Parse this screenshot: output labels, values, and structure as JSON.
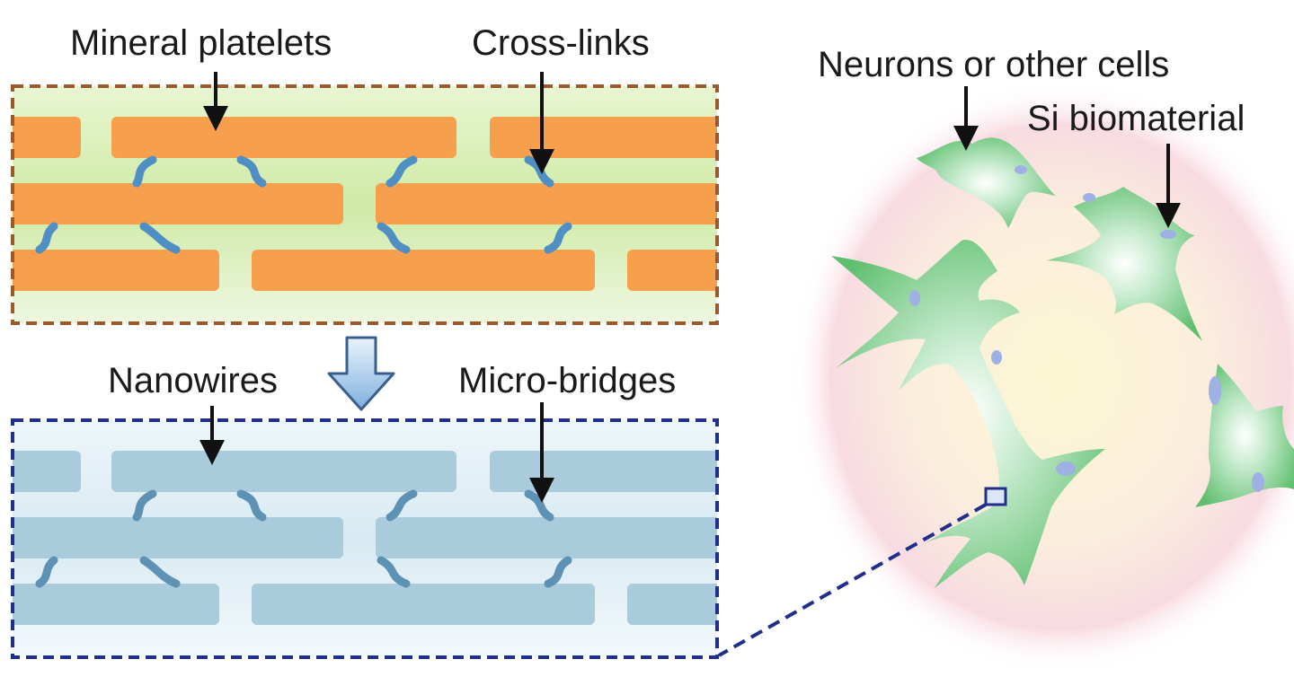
{
  "labels": {
    "mineral_platelets": "Mineral platelets",
    "cross_links": "Cross-links",
    "nanowires": "Nanowires",
    "micro_bridges": "Micro-bridges",
    "neurons": "Neurons or other cells",
    "si_biomaterial": "Si biomaterial"
  },
  "colors": {
    "platelet_orange": "#f6a04d",
    "matrix_green": "#d9efb4",
    "crosslink_blue": "#4f8fc4",
    "nanowire_blue": "#a9cbdb",
    "nanowire_bg": "#e3f0f6",
    "frame_brown": "#9a5a2b",
    "frame_navy": "#1f2f8a",
    "cell_green": "#6cc67a",
    "glow_pink": "#f7d2dd",
    "glow_yellow": "#fbf6d6",
    "particle_blue": "#9fb0e3"
  }
}
